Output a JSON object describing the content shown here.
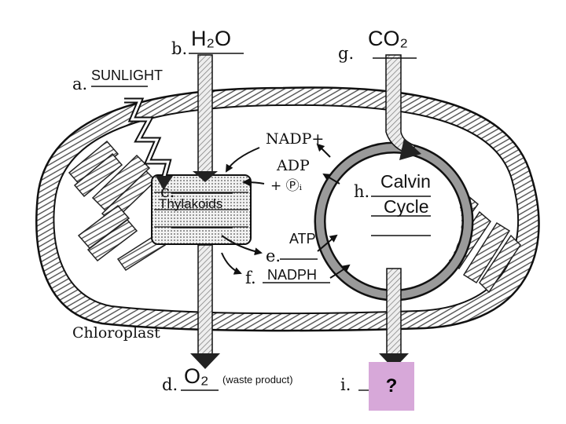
{
  "labels": {
    "a_letter": "a.",
    "a_answer": "SUNLIGHT",
    "b_letter": "b.",
    "b_answer": "H₂O",
    "c_letter": "c.",
    "c_answer": "Thylakoids",
    "d_letter": "d.",
    "d_answer": "O₂",
    "d_note": "(waste product)",
    "e_letter": "e.",
    "e_answer": "ATP",
    "f_letter": "f.",
    "f_answer": "NADPH",
    "g_letter": "g.",
    "g_answer": "CO₂",
    "h_letter": "h.",
    "h_answer_line1": "Calvin",
    "h_answer_line2": "Cycle",
    "i_letter": "i.",
    "i_answer": "?"
  },
  "molecules": {
    "nadp": "NADP+",
    "adp": "ADP",
    "pi": "+ Ⓟᵢ"
  },
  "organelle": {
    "name": "Chloroplast"
  },
  "colors": {
    "line": "#111111",
    "question_box": "#d7a8d9"
  }
}
